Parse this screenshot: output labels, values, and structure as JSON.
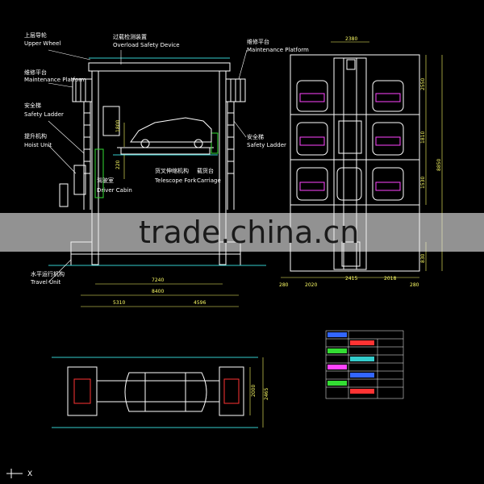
{
  "colors": {
    "background": "#000000",
    "structure": "#ffffff",
    "dimension": "#ffff66",
    "accent_green": "#33dd33",
    "accent_cyan": "#33cccc",
    "accent_magenta": "#ff44ff",
    "accent_red": "#ff3333",
    "accent_blue": "#3366ff"
  },
  "labels": {
    "upper_wheel_cn": "上层导轮",
    "upper_wheel_en": "Upper Wheel",
    "overload_cn": "过载检测装置",
    "overload_en": "Overload Safety Device",
    "maint_platform_left_cn": "维修平台",
    "maint_platform_left_en": "Maintenance Platform",
    "maint_platform_right_cn": "维修平台",
    "maint_platform_right_en": "Maintenance Platform",
    "safety_ladder_left_cn": "安全梯",
    "safety_ladder_left_en": "Safety Ladder",
    "safety_ladder_right_cn": "安全梯",
    "safety_ladder_right_en": "Safety Ladder",
    "hoist_unit_cn": "提升机构",
    "hoist_unit_en": "Hoist Unit",
    "driver_cabin_cn": "驾驶室",
    "driver_cabin_en": "Driver Cabin",
    "telescope_fork_cn": "货叉伸缩机构",
    "telescope_fork_en": "Telescope Fork",
    "carriage_cn": "载货台",
    "carriage_en": "Carriage",
    "travel_unit_cn": "水平运行机构",
    "travel_unit_en": "Travel Unit"
  },
  "dimensions": {
    "front_inner": "7240",
    "front_total": "8400",
    "front_left": "5310",
    "front_right": "4596",
    "front_vertical_1": "1800",
    "front_vertical_2": "220",
    "side_top": "2380",
    "side_h1": "2550",
    "side_h2": "1810",
    "side_h3": "1530",
    "side_h4": "830",
    "side_total_h": "8850",
    "side_bottom_1": "280",
    "side_bottom_2": "2020",
    "side_bottom_3": "2415",
    "side_bottom_4": "2018",
    "side_bottom_5": "280",
    "plan_h1": "2000",
    "plan_h2": "2465"
  },
  "axis": {
    "x": "X"
  },
  "watermark": "trade.china.cn"
}
